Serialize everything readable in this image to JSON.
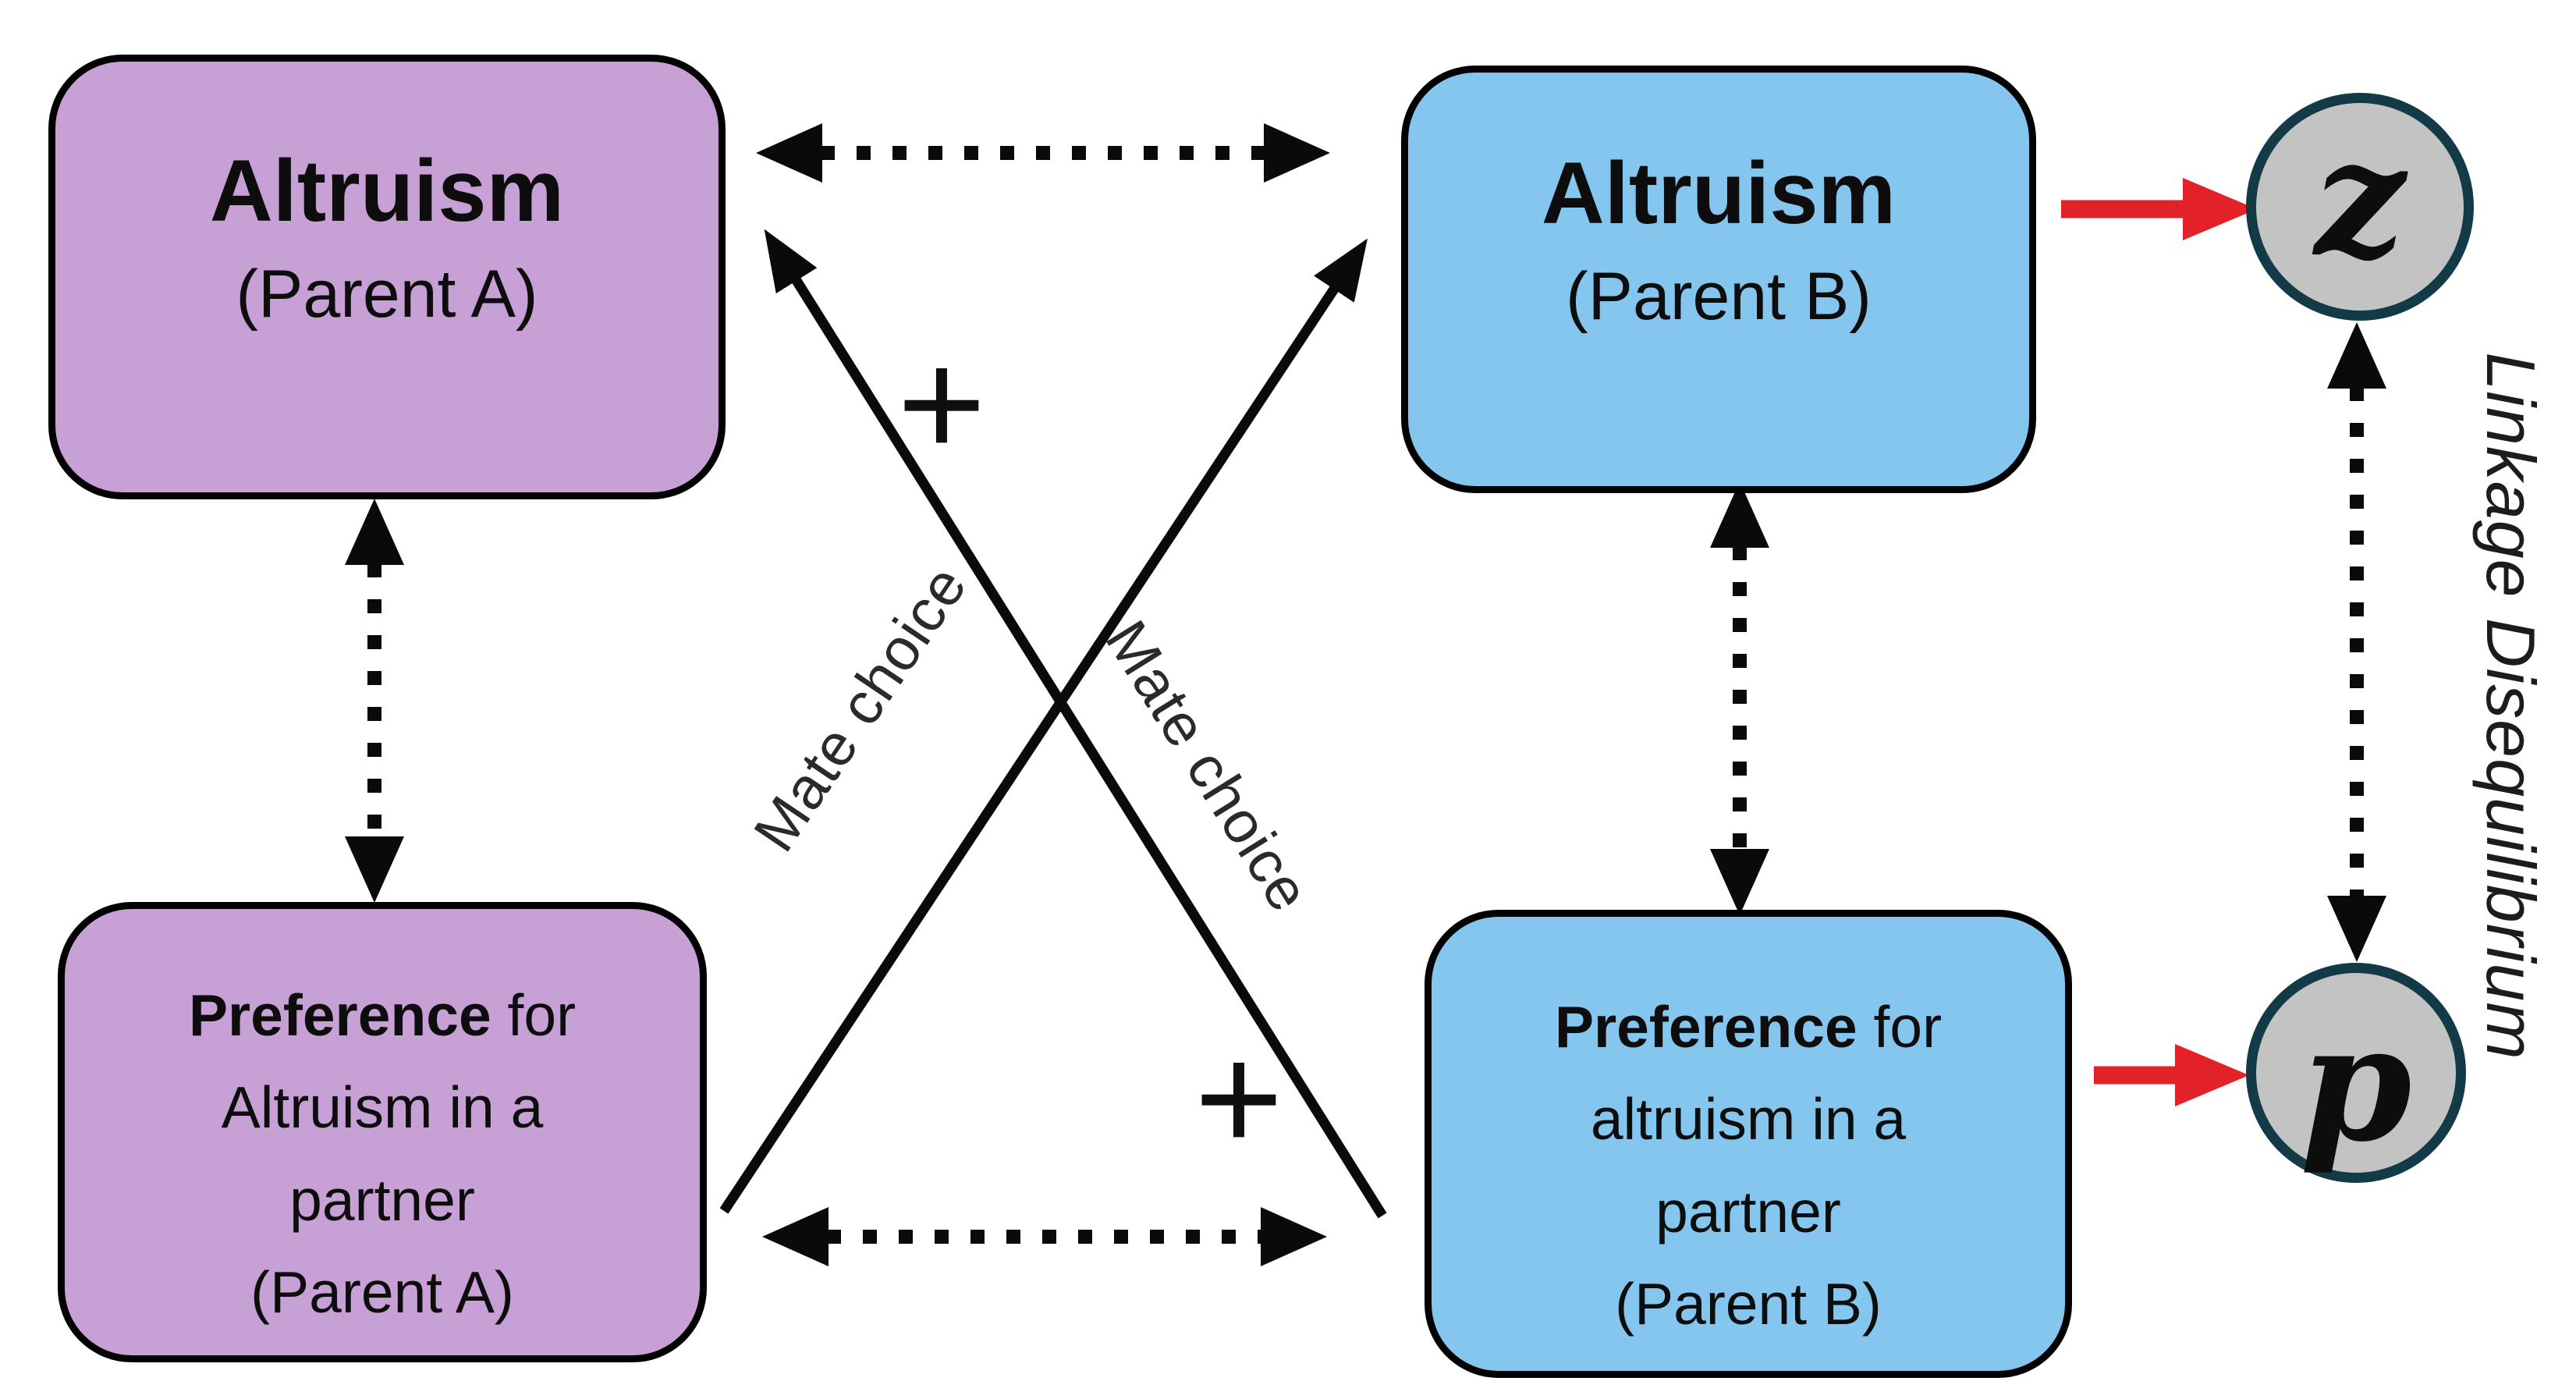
{
  "colors": {
    "purple": "#c7a0d6",
    "blue": "#85c6ee",
    "node_gray": "#c3c3c3",
    "node_border": "#123a47",
    "red": "#e32128",
    "line": "#0a0a0a",
    "label_gray": "#2a2a2a"
  },
  "boxes": {
    "altruism_a": {
      "title": "Altruism",
      "subtitle": "(Parent A)"
    },
    "altruism_b": {
      "title": "Altruism",
      "subtitle": "(Parent B)"
    },
    "preference_a": {
      "lead_bold": "Preference",
      "lead_rest": " for",
      "line2": "Altruism in a",
      "line3": "partner",
      "line4": "(Parent A)"
    },
    "preference_b": {
      "lead_bold": "Preference",
      "lead_rest": " for",
      "line2": "altruism in a",
      "line3": "partner",
      "line4": "(Parent B)"
    }
  },
  "labels": {
    "mate_choice_left": "Mate choice",
    "mate_choice_right": "Mate choice",
    "plus_top": "+",
    "plus_bottom": "+",
    "linkage": "Linkage Disequilibrium"
  },
  "nodes": {
    "z": "z",
    "p": "p"
  }
}
